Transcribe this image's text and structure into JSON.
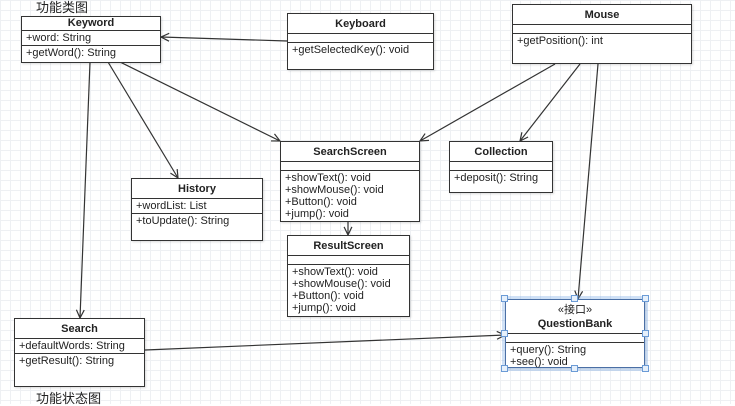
{
  "captions": {
    "top": "功能类图",
    "bottom": "功能状态图"
  },
  "classes": [
    {
      "id": "Keyword",
      "name": "Keyword",
      "attributes": [
        "+word: String"
      ],
      "methods": [
        "+getWord(): String"
      ]
    },
    {
      "id": "Keyboard",
      "name": "Keyboard",
      "attributes": [],
      "methods": [
        "+getSelectedKey(): void"
      ]
    },
    {
      "id": "Mouse",
      "name": "Mouse",
      "attributes": [],
      "methods": [
        "+getPosition(): int"
      ]
    },
    {
      "id": "SearchScreen",
      "name": "SearchScreen",
      "attributes": [],
      "methods": [
        "+showText(): void",
        "+showMouse(): void",
        "+Button(): void",
        "+jump(): void"
      ]
    },
    {
      "id": "Collection",
      "name": "Collection",
      "attributes": [],
      "methods": [
        "+deposit(): String"
      ]
    },
    {
      "id": "History",
      "name": "History",
      "attributes": [
        "+wordList: List"
      ],
      "methods": [
        "+toUpdate(): String"
      ]
    },
    {
      "id": "ResultScreen",
      "name": "ResultScreen",
      "attributes": [],
      "methods": [
        "+showText(): void",
        "+showMouse(): void",
        "+Button(): void",
        "+jump(): void"
      ]
    },
    {
      "id": "Search",
      "name": "Search",
      "attributes": [
        "+defaultWords: String"
      ],
      "methods": [
        "+getResult(): String"
      ]
    },
    {
      "id": "QuestionBank",
      "name": "QuestionBank",
      "stereotype": "«接口»",
      "attributes": [],
      "methods": [
        "+query(): String",
        "+see(): void"
      ],
      "selected": true
    }
  ],
  "relations": [
    {
      "from": "Keyboard",
      "to": "Keyword",
      "type": "association"
    },
    {
      "from": "Keyword",
      "to": "SearchScreen",
      "type": "association"
    },
    {
      "from": "Keyword",
      "to": "History",
      "type": "association"
    },
    {
      "from": "Keyword",
      "to": "Search",
      "type": "association"
    },
    {
      "from": "Mouse",
      "to": "SearchScreen",
      "type": "association"
    },
    {
      "from": "Mouse",
      "to": "Collection",
      "type": "association"
    },
    {
      "from": "Mouse",
      "to": "QuestionBank",
      "type": "association"
    },
    {
      "from": "SearchScreen",
      "to": "ResultScreen",
      "type": "association"
    },
    {
      "from": "Search",
      "to": "QuestionBank",
      "type": "association"
    }
  ],
  "colors": {
    "line": "#333333",
    "selection": "#6b9bd6"
  }
}
